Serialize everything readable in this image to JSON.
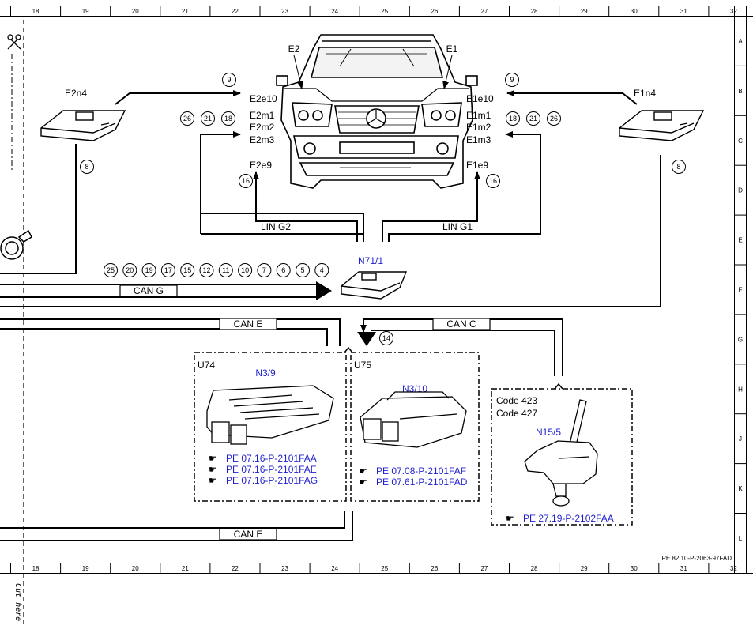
{
  "grid": {
    "columns": [
      "18",
      "19",
      "20",
      "21",
      "22",
      "23",
      "24",
      "25",
      "26",
      "27",
      "28",
      "29",
      "30",
      "31",
      "32"
    ],
    "rows": [
      "A",
      "B",
      "C",
      "D",
      "E",
      "F",
      "G",
      "H",
      "J",
      "K",
      "L"
    ]
  },
  "cut_here": "Cut here",
  "vehicle": {
    "left_light": "E2",
    "right_light": "E1"
  },
  "modules": {
    "e2n4": "E2n4",
    "e1n4": "E1n4",
    "n71": "N71/1"
  },
  "left_lamp_labels": [
    "E2e10",
    "E2m1",
    "E2m2",
    "E2m3",
    "E2e9"
  ],
  "right_lamp_labels": [
    "E1e10",
    "E1m1",
    "E1m2",
    "E1m3",
    "E1e9"
  ],
  "buses": {
    "lin_g2": "LIN G2",
    "lin_g1": "LIN G1",
    "can_g": "CAN G",
    "can_e": "CAN E",
    "can_c": "CAN C"
  },
  "refs": {
    "left_e10": "9",
    "right_e10": "9",
    "left_m": [
      "26",
      "21",
      "18"
    ],
    "right_m": [
      "18",
      "21",
      "26"
    ],
    "left_e9": "16",
    "right_e9": "16",
    "e2n4": "8",
    "e1n4": "8",
    "can_g_row": [
      "25",
      "20",
      "19",
      "17",
      "15",
      "12",
      "11",
      "10",
      "7",
      "6",
      "5",
      "4"
    ],
    "can_c": "14"
  },
  "u74": {
    "label": "U74",
    "unit": "N3/9",
    "doc_refs": [
      "PE 07.16-P-2101FAA",
      "PE 07.16-P-2101FAE",
      "PE 07.16-P-2101FAG"
    ]
  },
  "u75": {
    "label": "U75",
    "unit": "N3/10",
    "doc_refs": [
      "PE 07.08-P-2101FAF",
      "PE 07.61-P-2101FAD"
    ]
  },
  "shifter": {
    "codes": [
      "Code 423",
      "Code 427"
    ],
    "unit": "N15/5",
    "doc_refs": [
      "PE 27.19-P-2102FAA"
    ]
  },
  "footer_ref": "PE 82.10-P-2063-97FAD",
  "colors": {
    "accent_text": "#1f1fcf",
    "line": "#000000"
  }
}
